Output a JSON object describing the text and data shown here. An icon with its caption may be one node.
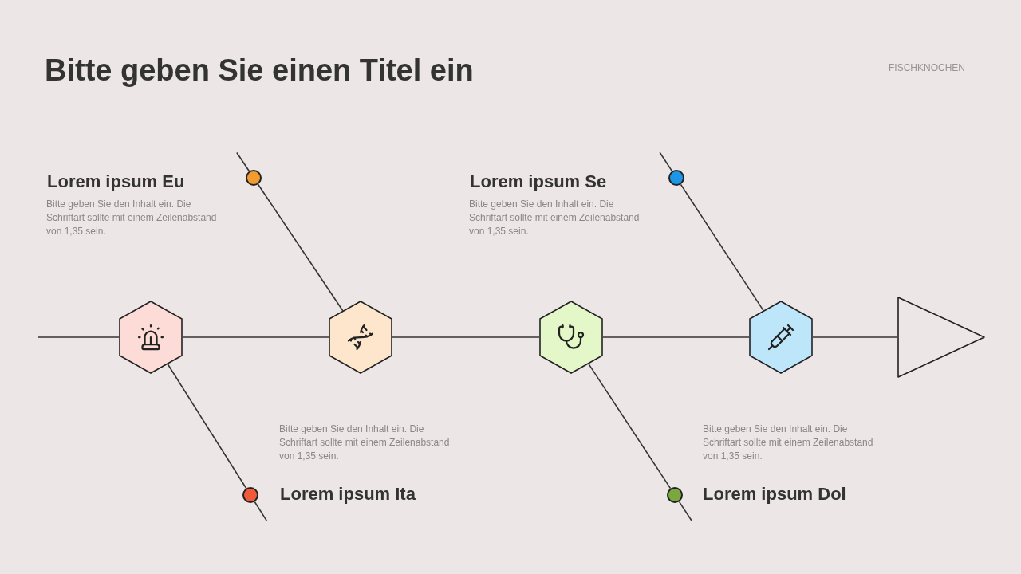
{
  "diagram": {
    "title": "Bitte geben Sie einen Titel ein",
    "nodes": [
      {
        "text": [],
        "shape": "hexagon"
      },
      {
        "text": [],
        "shape": "hexagon"
      },
      {
        "text": [],
        "shape": "hexagon"
      },
      {
        "text": [],
        "shape": "hexagon"
      },
      {
        "text": [],
        "shape": "triangle"
      },
      {
        "text": [],
        "shape": "circle",
        "beside": [
          "Lorem ipsum Eu",
          "Bitte geben Sie den Inhalt ein. Die Schriftart sollte mit einem Zeilenabstand von 1,35 sein."
        ]
      },
      {
        "text": [],
        "shape": "circle",
        "beside": [
          "Lorem ipsum Ita",
          "Bitte geben Sie den Inhalt ein. Die Schriftart sollte mit einem Zeilenabstand von 1,35 sein."
        ]
      },
      {
        "text": [],
        "shape": "circle",
        "beside": [
          "Lorem ipsum Se",
          "Bitte geben Sie den Inhalt ein. Die Schriftart sollte mit einem Zeilenabstand von 1,35 sein."
        ]
      },
      {
        "text": [],
        "shape": "circle",
        "beside": [
          "Lorem ipsum Dol",
          "Bitte geben Sie den Inhalt ein. Die Schriftart sollte mit einem Zeilenabstand von 1,35 sein."
        ]
      }
    ],
    "edges": [
      {
        "from": null,
        "to": 0,
        "arrow": "none"
      },
      {
        "from": 0,
        "to": 1,
        "arrow": "none"
      },
      {
        "from": 1,
        "to": 2,
        "arrow": "none"
      },
      {
        "from": 2,
        "to": 3,
        "arrow": "none"
      },
      {
        "from": 3,
        "to": 4,
        "arrow": "none"
      },
      {
        "from": 5,
        "to": 1,
        "arrow": "none"
      },
      {
        "from": 0,
        "to": 6,
        "arrow": "none"
      },
      {
        "from": 7,
        "to": 3,
        "arrow": "none"
      },
      {
        "from": 2,
        "to": 8,
        "arrow": "none"
      }
    ],
    "labels": [
      "FISCHKNOCHEN"
    ]
  }
}
